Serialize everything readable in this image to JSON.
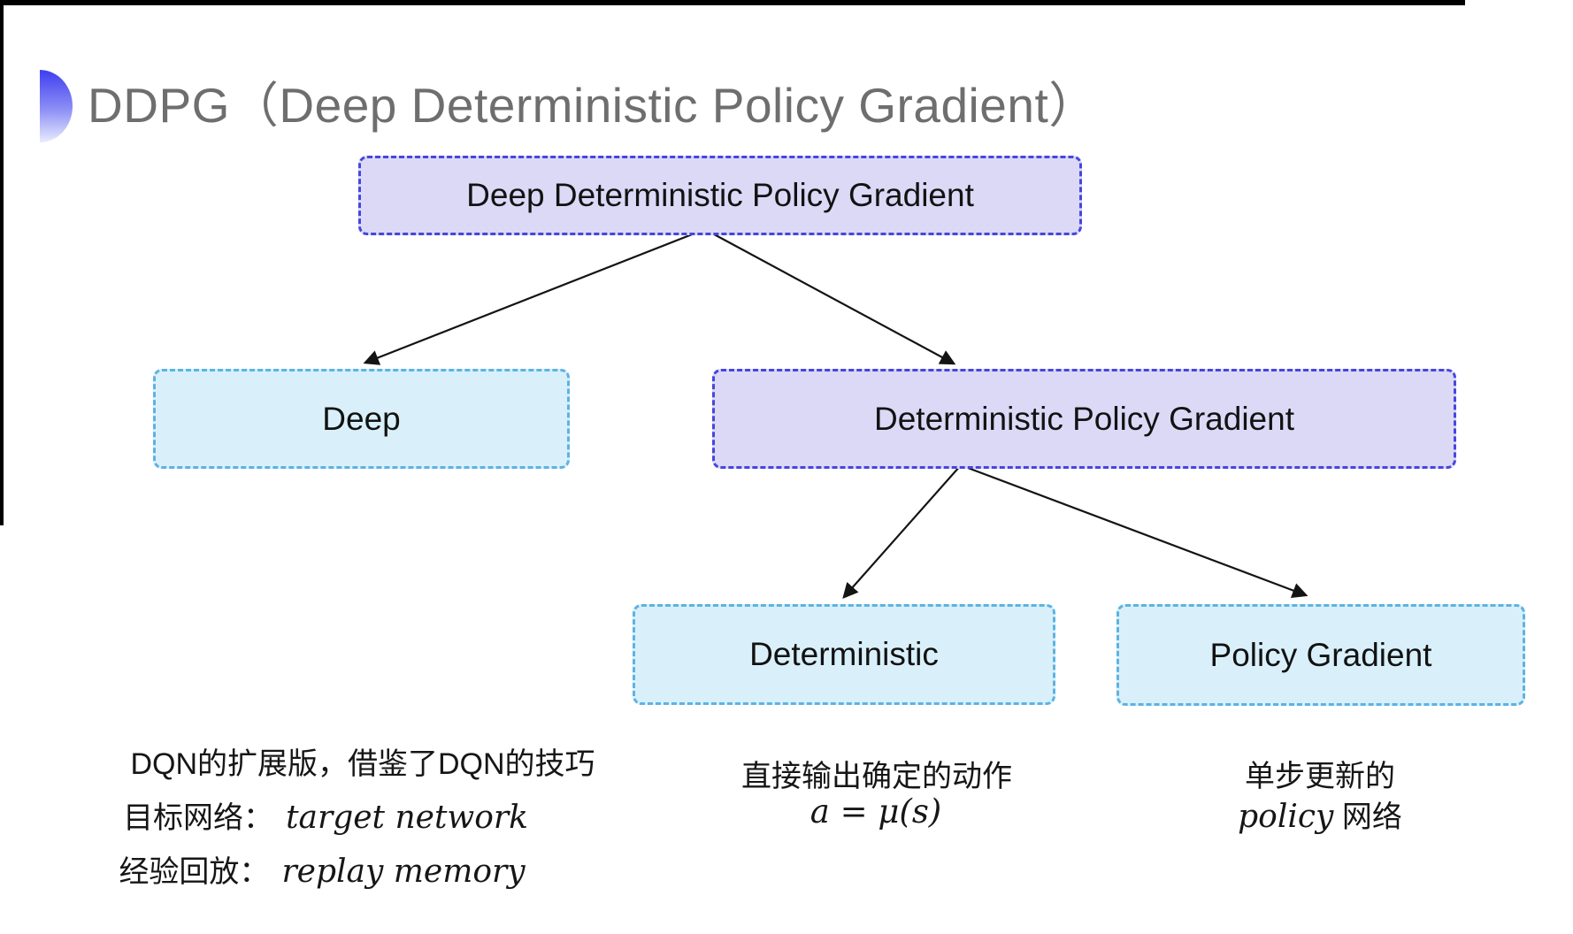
{
  "title": "DDPG（Deep Deterministic Policy Gradient）",
  "icon": {
    "name": "half-circle-bullet",
    "gradient_top": "#3e3ef0",
    "gradient_bottom": "#e9ecfe"
  },
  "tree": {
    "root": "Deep Deterministic Policy Gradient",
    "deep": "Deep",
    "dpg": "Deterministic Policy Gradient",
    "deterministic": "Deterministic",
    "policy_gradient": "Policy Gradient"
  },
  "notes": {
    "dqn_line": "DQN的扩展版，借鉴了DQN的技巧",
    "target_label": "目标网络：",
    "target_value": "target network",
    "replay_label": "经验回放：",
    "replay_value": "replay memory",
    "deterministic_line1": "直接输出确定的动作",
    "deterministic_formula": "a = μ(s)",
    "pg_line1": "单步更新的",
    "pg_line2_italic": "policy",
    "pg_line2_rest": " 网络"
  },
  "colors": {
    "purple_fill": "#dcd9f7",
    "purple_border": "#4646dd",
    "cyan_fill": "#d9f0fb",
    "cyan_border": "#5cb3e3",
    "title_gray": "#6e6e6e",
    "arrow": "#141414",
    "frame_black": "#000000"
  }
}
